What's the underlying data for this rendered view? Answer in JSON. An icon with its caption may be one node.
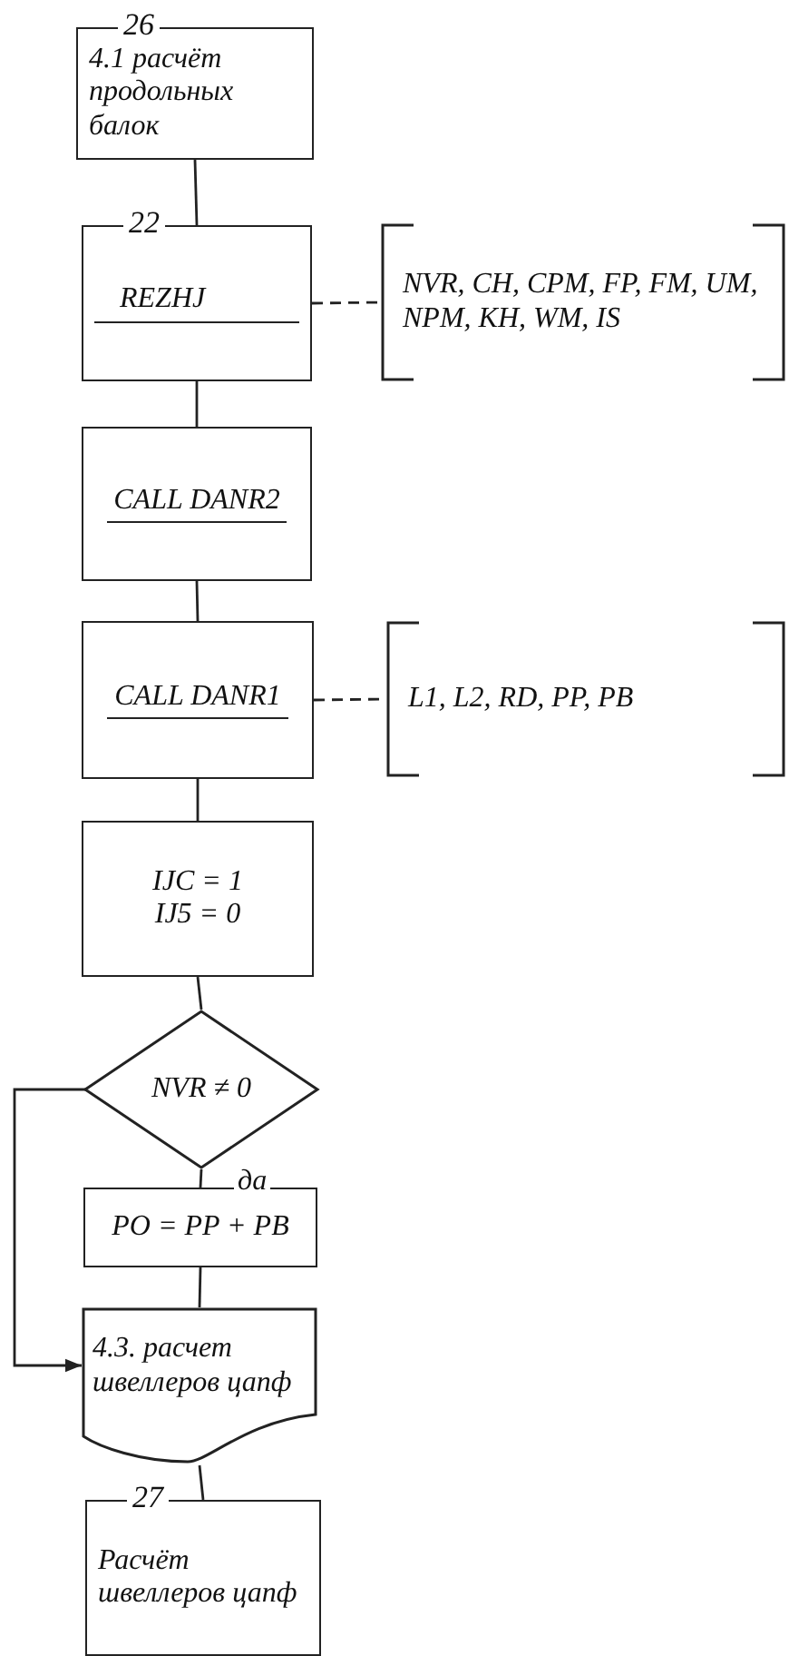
{
  "diagram": {
    "nodes": [
      {
        "text": [
          "26",
          "4.1 расчёт продольных балок"
        ]
      },
      {
        "text": [
          "22",
          "REZHJ"
        ]
      },
      {
        "text": [
          "NVR, CH, CPM, FP, FM, UM, NPM, KH, WM, IS"
        ]
      },
      {
        "text": [
          "CALL DANR2"
        ]
      },
      {
        "text": [
          "CALL DANR1"
        ]
      },
      {
        "text": [
          "L1, L2, RD, PP, PB"
        ]
      },
      {
        "text": [
          "IJC = 1",
          "IJ5 = 0"
        ]
      },
      {
        "text": [
          "NVR ≠ 0"
        ]
      },
      {
        "text": [
          "PO = PP + PB"
        ]
      },
      {
        "text": [
          "4.3. расчет швеллеров цапф"
        ]
      },
      {
        "text": [
          "27",
          "Расчёт швеллеров цапф"
        ]
      }
    ],
    "edges": [
      {
        "from": 0,
        "to": 1,
        "arrow": "none"
      },
      {
        "from": 1,
        "to": 2,
        "arrow": "none",
        "style": "dashed"
      },
      {
        "from": 1,
        "to": 3,
        "arrow": "none"
      },
      {
        "from": 3,
        "to": 4,
        "arrow": "none"
      },
      {
        "from": 4,
        "to": 5,
        "arrow": "none",
        "style": "dashed"
      },
      {
        "from": 4,
        "to": 6,
        "arrow": "none"
      },
      {
        "from": 6,
        "to": 7,
        "arrow": "none"
      },
      {
        "from": 7,
        "to": 8,
        "arrow": "none",
        "label": "да"
      },
      {
        "from": 8,
        "to": 9,
        "arrow": "none"
      },
      {
        "from": 7,
        "to": 9,
        "arrow": "to"
      },
      {
        "from": 9,
        "to": 10,
        "arrow": "none"
      }
    ]
  }
}
